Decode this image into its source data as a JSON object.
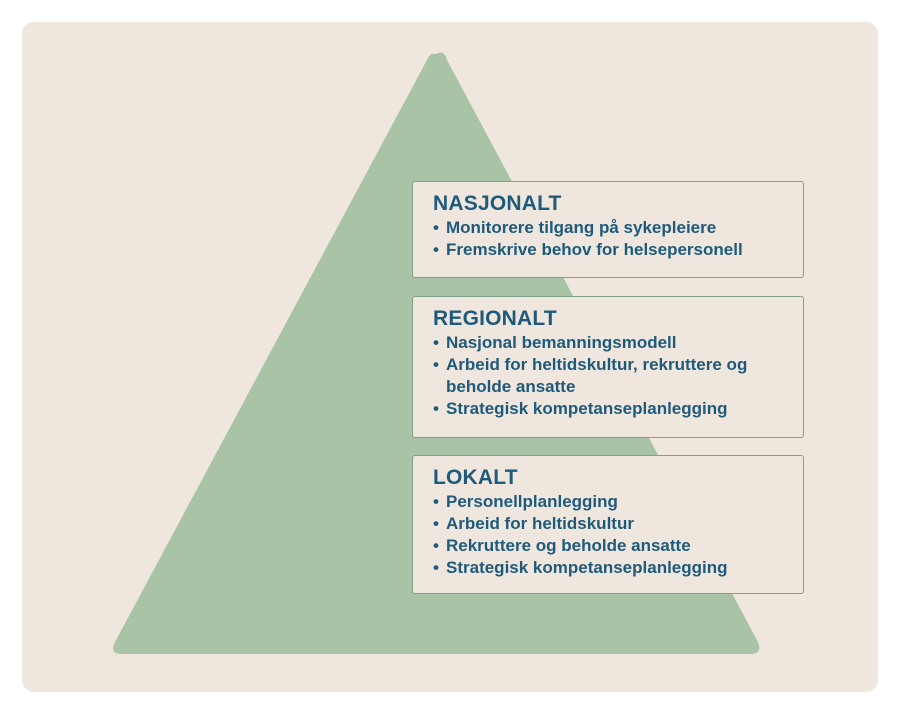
{
  "colors": {
    "panel_background": "#efe6dd",
    "pyramid_fill": "#a9c3a6",
    "box_border": "#7ea28a",
    "text": "#1e5a7c"
  },
  "levels": [
    {
      "title": "NASJONALT",
      "items": [
        "Monitorere tilgang på sykepleiere",
        "Fremskrive behov for helsepersonell"
      ]
    },
    {
      "title": "REGIONALT",
      "items": [
        "Nasjonal bemanningsmodell",
        "Arbeid for heltidskultur, rekruttere og beholde ansatte",
        "Strategisk kompetanseplanlegging"
      ]
    },
    {
      "title": "LOKALT",
      "items": [
        "Personellplanlegging",
        "Arbeid for heltidskultur",
        "Rekruttere og beholde ansatte",
        "Strategisk kompetanseplanlegging"
      ]
    }
  ]
}
